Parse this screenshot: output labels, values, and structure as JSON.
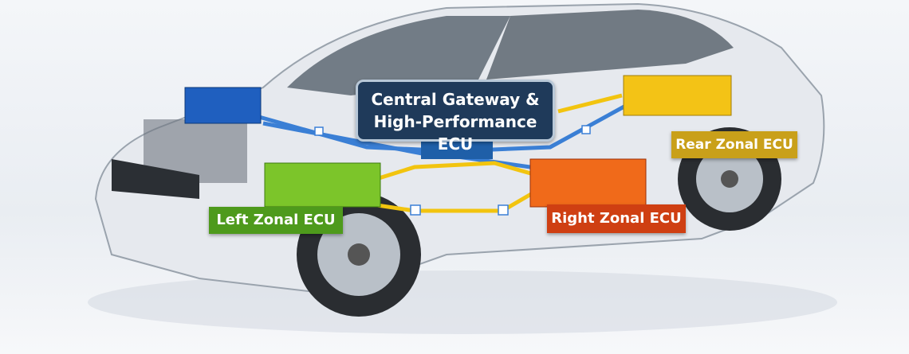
{
  "labels": {
    "central_line1": "Central Gateway &",
    "central_line2": "High-Performance ECU",
    "left": "Left Zonal ECU",
    "right": "Right Zonal ECU",
    "rear": "Rear Zonal ECU"
  },
  "colors": {
    "central": "#1f3a5a",
    "left": "#4e9a1c",
    "right": "#cf3f12",
    "rear": "#c9a01a",
    "network_blue": "#3a7fd5",
    "network_yellow": "#f2c40f"
  }
}
